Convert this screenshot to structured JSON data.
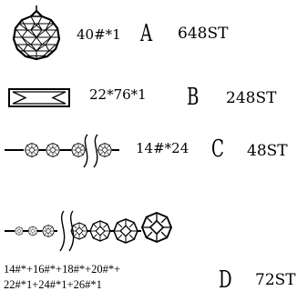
{
  "items": [
    {
      "spec": "40#*1",
      "letter": "A",
      "qty": "648ST",
      "shape": "ball-crystal-icon"
    },
    {
      "spec": "22*76*1",
      "letter": "B",
      "qty": "248ST",
      "shape": "rectangular-prism-icon"
    },
    {
      "spec": "14#*24",
      "letter": "C",
      "qty": "48ST",
      "shape": "octagon-strand-icon"
    },
    {
      "spec_lines": [
        "14#*+16#*+18#*+20#*+",
        "22#*1+24#*1+26#*1"
      ],
      "letter": "D",
      "qty": "72ST",
      "shape": "graduated-octagon-strand-icon"
    }
  ]
}
